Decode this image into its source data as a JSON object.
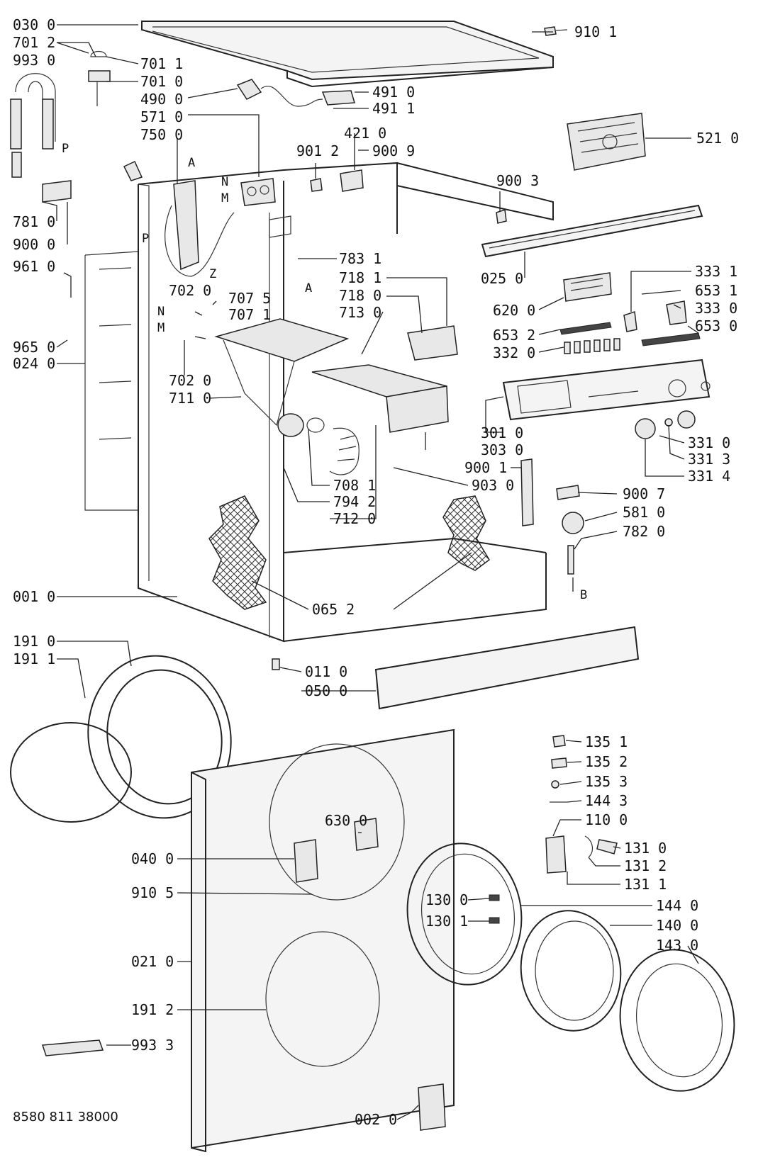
{
  "labels": {
    "l0300": "030 0",
    "l7012": "701 2",
    "l9930": "993 0",
    "l7011": "701 1",
    "l7010": "701 0",
    "l4900": "490 0",
    "l5710": "571 0",
    "l7500": "750 0",
    "l4910": "491 0",
    "l4911": "491 1",
    "l9101": "910 1",
    "l4210": "421 0",
    "l9012": "901 2",
    "l9009": "900 9",
    "l5210": "521 0",
    "l9003": "900 3",
    "l7810": "781 0",
    "l9000": "900 0",
    "l9610": "961 0",
    "l0250": "025 0",
    "l7831": "783 1",
    "l7181": "718 1",
    "l7180": "718 0",
    "l7130": "713 0",
    "l3331": "333 1",
    "l6531": "653 1",
    "l3330": "333 0",
    "l6200": "620 0",
    "l6532": "653 2",
    "l6530": "653 0",
    "l3320": "332 0",
    "l7020a": "702 0",
    "l7075": "707 5",
    "l7071": "707 1",
    "l9650": "965 0",
    "l0240": "024 0",
    "l7020b": "702 0",
    "l7110": "711 0",
    "l3010": "301 0",
    "l3030": "303 0",
    "l3310": "331 0",
    "l3313": "331 3",
    "l3314": "331 4",
    "l9001": "900 1",
    "l9030": "903 0",
    "l7081": "708 1",
    "l7942": "794 2",
    "l7120": "712 0",
    "l9007": "900 7",
    "l5810": "581 0",
    "l7820": "782 0",
    "l0010": "001 0",
    "l0652": "065 2",
    "l1910": "191 0",
    "l1911": "191 1",
    "l0110": "011 0",
    "l0500": "050 0",
    "l1351": "135 1",
    "l1352": "135 2",
    "l1353": "135 3",
    "l1443": "144 3",
    "l1100": "110 0",
    "l6300": "630 0",
    "l0400": "040 0",
    "l1310": "131 0",
    "l1312": "131 2",
    "l1311": "131 1",
    "l9105": "910 5",
    "l1300": "130 0",
    "l1440": "144 0",
    "l1301": "130 1",
    "l1400": "140 0",
    "l1430": "143 0",
    "l0210": "021 0",
    "l1912": "191 2",
    "l9933": "993 3",
    "l0020": "002 0"
  },
  "letters": {
    "A1": "A",
    "A2": "A",
    "N1": "N",
    "M1": "M",
    "N2": "N",
    "M2": "M",
    "P1": "P",
    "P2": "P",
    "Z": "Z",
    "B": "B"
  },
  "document_number": "8580 811 38000"
}
